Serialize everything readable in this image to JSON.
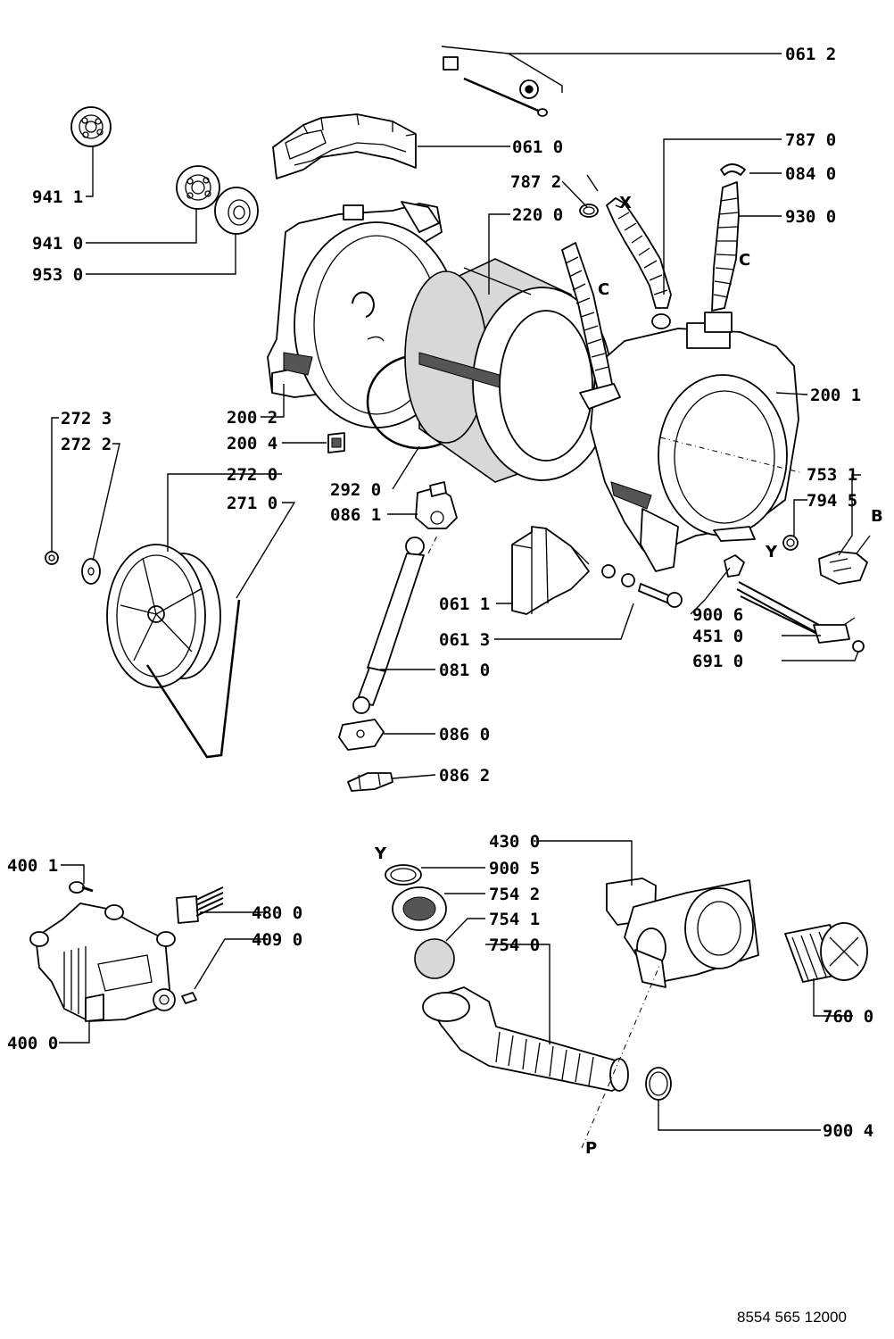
{
  "document_number": "8554 565 12000",
  "callouts": [
    "061 2",
    "061 0",
    "787 0",
    "787 2",
    "084 0",
    "220 0",
    "930 0",
    "941 1",
    "941 0",
    "953 0",
    "200 1",
    "200 2",
    "200 4",
    "292 0",
    "753 1",
    "794 5",
    "086 1",
    "272 3",
    "272 2",
    "272 0",
    "271 0",
    "061 1",
    "900 6",
    "061 3",
    "451 0",
    "691 0",
    "081 0",
    "086 0",
    "086 2",
    "400 1",
    "430 0",
    "900 5",
    "754 2",
    "754 1",
    "754 0",
    "480 0",
    "409 0",
    "400 0",
    "760 0",
    "900 4"
  ],
  "letters": [
    "X",
    "C",
    "C",
    "Y",
    "B",
    "Y",
    "P"
  ]
}
